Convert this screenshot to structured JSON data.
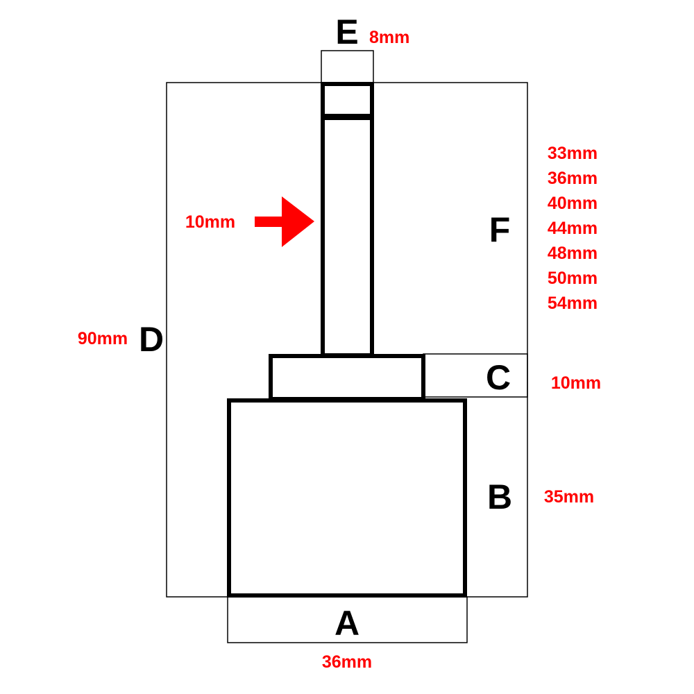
{
  "labels": {
    "A": "A",
    "B": "B",
    "C": "C",
    "D": "D",
    "E": "E",
    "F": "F"
  },
  "dimensions": {
    "A": "36mm",
    "B": "35mm",
    "C": "10mm",
    "D": "90mm",
    "E": "8mm",
    "F": [
      "33mm",
      "36mm",
      "40mm",
      "44mm",
      "48mm",
      "50mm",
      "54mm"
    ],
    "shaft": "10mm"
  },
  "colors": {
    "dimension": "#ff0000",
    "outline": "#000000"
  }
}
